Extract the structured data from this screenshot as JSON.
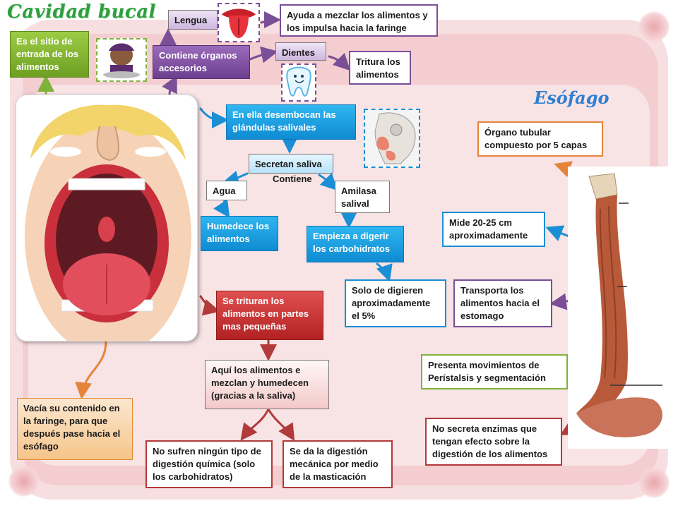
{
  "titles": {
    "mouth": "Cavidad bucal",
    "esophagus": "Esófago"
  },
  "mouth": {
    "entry": "Es el sitio de entrada de los alimentos",
    "accessory": "Contiene órganos accesorios",
    "tongue": "Lengua",
    "tongue_fn": "Ayuda a mezclar los alimentos y los impulsa hacia la faringe",
    "teeth": "Dientes",
    "teeth_fn": "Tritura los alimentos",
    "glands": "En ella desembocan las glándulas salivales",
    "saliva": "Secretan saliva",
    "contains": "Contiene",
    "water": "Agua",
    "water_fn": "Humedece los alimentos",
    "amylase": "Amilasa salival",
    "amylase_fn": "Empieza a digerir los carbohidratos",
    "amylase_pct": "Solo de digieren aproximadamente el 5%",
    "crush": "Se trituran los alimentos en partes mas pequeñas",
    "mix": "Aquí los alimentos e mezclan y humedecen (gracias a la saliva)",
    "no_chem": "No sufren ningún tipo de digestión química (solo los carbohidratos)",
    "mech": "Se da la digestión mecánica por medio de la masticación",
    "empty": "Vacía su contenido en la faringe, para que después pase hacia el esófago"
  },
  "esophagus": {
    "tubular": "Órgano tubular compuesto por 5 capas",
    "length": "Mide 20-25 cm aproximadamente",
    "transport": "Transporta los alimentos hacia el estomago",
    "peristalsis": "Presenta movimientos de Perístalsis y segmentación",
    "no_enzymes": "No secreta enzimas que tengan efecto sobre la digestión de los alimentos"
  },
  "images": {
    "mouth": "open-mouth-illustration",
    "eating": "person-eating-icon",
    "tongue": "tongue-icon",
    "tooth": "tooth-icon",
    "glands": "salivary-glands-illustration",
    "esophagus": "esophagus-illustration"
  },
  "colors": {
    "title_green": "#2e9e3e",
    "title_blue": "#2f7fd0",
    "purple": "#7a4f97",
    "blue": "#1b8fd6",
    "orange": "#e6833a",
    "green": "#7fb23c",
    "red": "#b23a3a",
    "background": "#f3cdd0"
  }
}
